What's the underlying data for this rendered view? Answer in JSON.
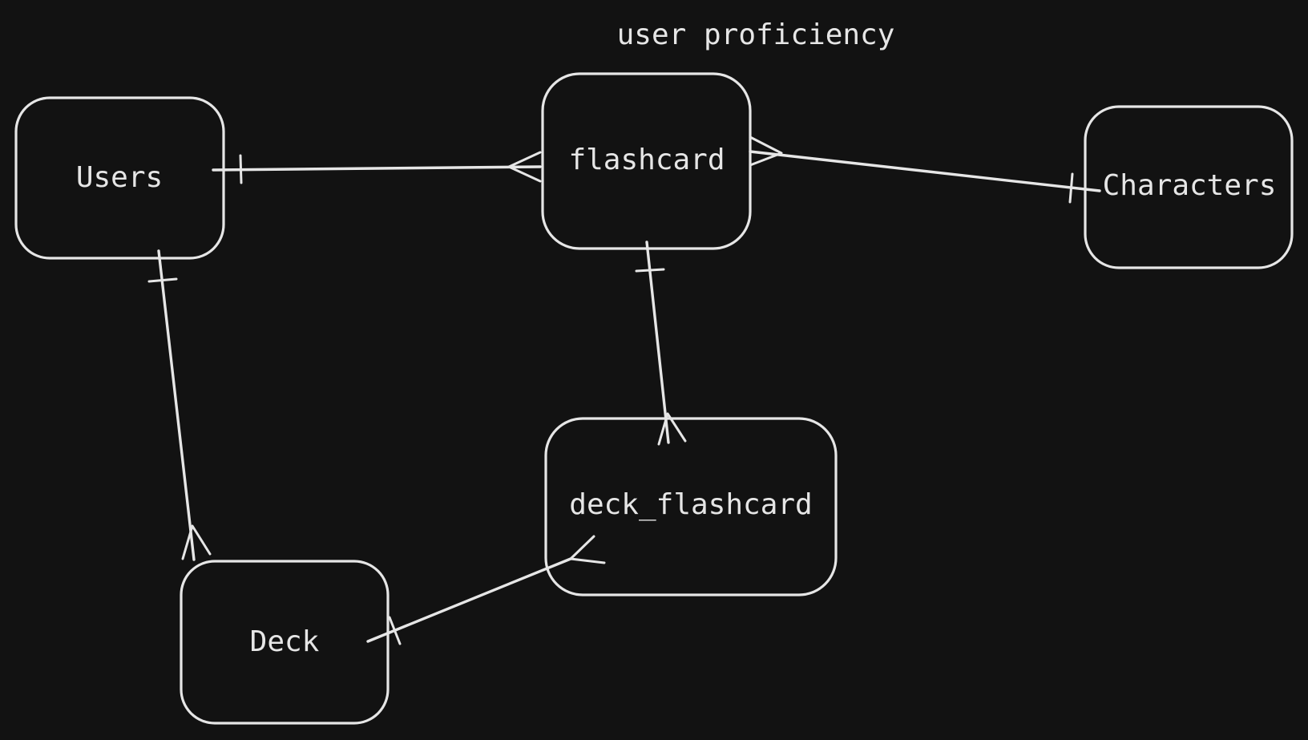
{
  "title": "user proficiency",
  "colors": {
    "background": "#121212",
    "stroke": "#e6e6e6"
  },
  "entities": {
    "users": "Users",
    "flashcard": "flashcard",
    "characters": "Characters",
    "deck_flashcard": "deck_flashcard",
    "deck": "Deck"
  },
  "relationships": [
    {
      "from": "Users",
      "to": "flashcard",
      "from_cardinality": "one",
      "to_cardinality": "many"
    },
    {
      "from": "Characters",
      "to": "flashcard",
      "from_cardinality": "one",
      "to_cardinality": "many"
    },
    {
      "from": "Users",
      "to": "Deck",
      "from_cardinality": "one",
      "to_cardinality": "many"
    },
    {
      "from": "flashcard",
      "to": "deck_flashcard",
      "from_cardinality": "one",
      "to_cardinality": "many"
    },
    {
      "from": "Deck",
      "to": "deck_flashcard",
      "from_cardinality": "one",
      "to_cardinality": "many"
    }
  ]
}
